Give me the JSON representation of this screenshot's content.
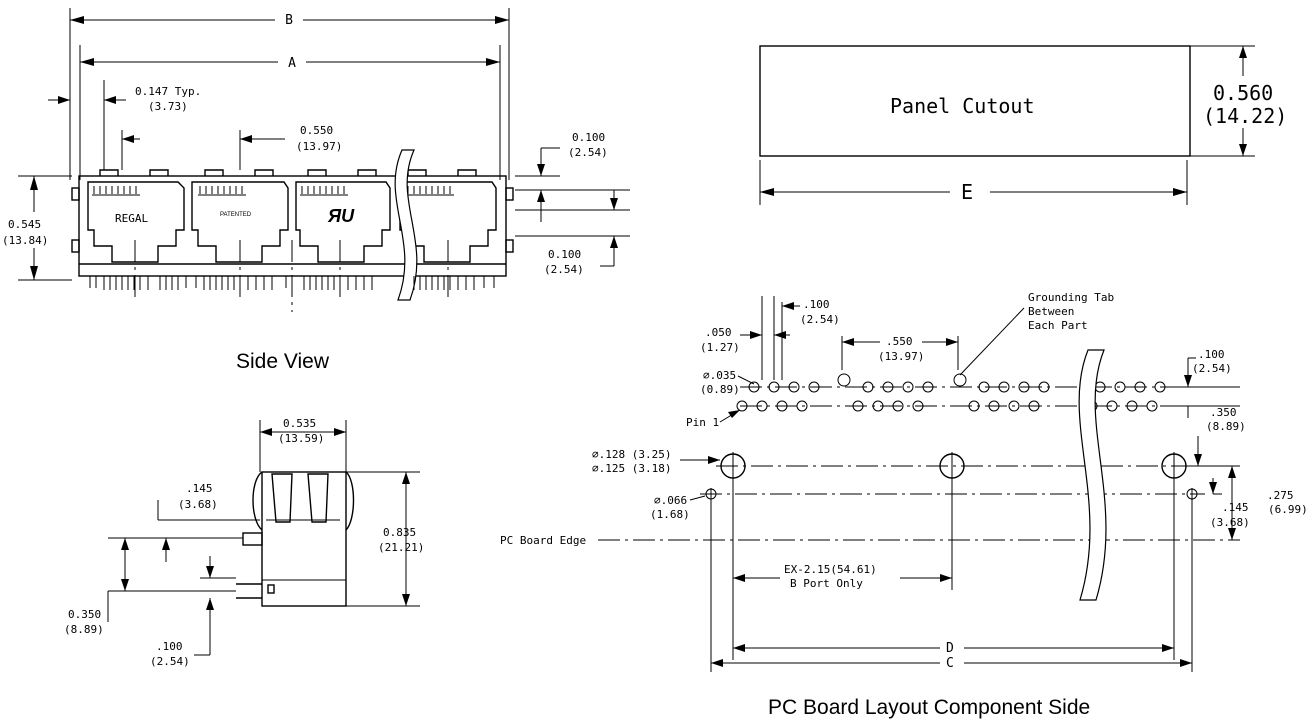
{
  "side_view": {
    "dim_b": "B",
    "dim_a": "A",
    "pitch_typ_in": "0.147 Typ.",
    "pitch_typ_mm": "(3.73)",
    "port_pitch_in": "0.550",
    "port_pitch_mm": "(13.97)",
    "height_in": "0.545",
    "height_mm": "(13.84)",
    "tab_top_in": "0.100",
    "tab_top_mm": "(2.54)",
    "tab_bot_in": "0.100",
    "tab_bot_mm": "(2.54)",
    "port1_label": "REGAL",
    "port2_label": "PATENTED",
    "port3_label": "ЯU",
    "caption": "Side View"
  },
  "end_view": {
    "width_in": "0.535",
    "width_mm": "(13.59)",
    "offset_in": ".145",
    "offset_mm": "(3.68)",
    "height_in": "0.835",
    "height_mm": "(21.21)",
    "pin_in": "0.350",
    "pin_mm": "(8.89)",
    "row_in": ".100",
    "row_mm": "(2.54)"
  },
  "panel": {
    "label": "Panel Cutout",
    "height_in": "0.560",
    "height_mm": "(14.22)",
    "dim_e": "E"
  },
  "pcb": {
    "row_pitch_in": ".100",
    "row_pitch_mm": "(2.54)",
    "half_pitch_in": ".050",
    "half_pitch_mm": "(1.27)",
    "port_pitch_in": ".550",
    "port_pitch_mm": "(13.97)",
    "ground_tab_1": "Grounding Tab",
    "ground_tab_2": "Between",
    "ground_tab_3": "Each Part",
    "pin_dia_in": "⌀.035",
    "pin_dia_mm": "(0.89)",
    "pin1": "Pin 1",
    "row_pitch2_in": ".100",
    "row_pitch2_mm": "(2.54)",
    "row_sep_in": ".350",
    "row_sep_mm": "(8.89)",
    "post_dia_1": "⌀.128 (3.25)",
    "post_dia_2": "⌀.125 (3.18)",
    "small_dia_in": "⌀.066",
    "small_dia_mm": "(1.68)",
    "edge_label": "PC Board Edge",
    "off1_in": ".145",
    "off1_mm": "(3.68)",
    "off2_in": ".275",
    "off2_mm": "(6.99)",
    "ex_line1": "EX-2.15(54.61)",
    "ex_line2": "B Port Only",
    "dim_d": "D",
    "dim_c": "C",
    "caption": "PC Board Layout Component Side"
  }
}
